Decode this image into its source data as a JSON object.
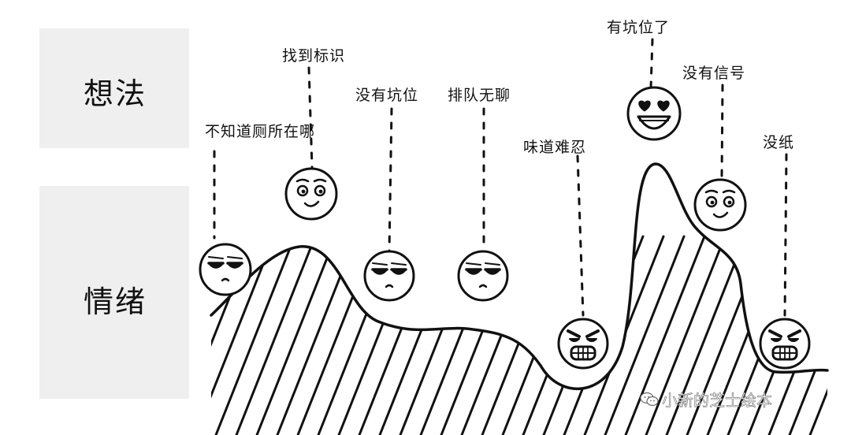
{
  "rows": {
    "thought_label": "想法",
    "emotion_label": "情绪"
  },
  "thoughts": [
    {
      "text": "不知道厕所在哪",
      "face": "annoyed"
    },
    {
      "text": "找到标识",
      "face": "smile"
    },
    {
      "text": "没有坑位",
      "face": "annoyed"
    },
    {
      "text": "排队无聊",
      "face": "annoyed"
    },
    {
      "text": "味道难忍",
      "face": "angry"
    },
    {
      "text": "有坑位了",
      "face": "heart-eyes"
    },
    {
      "text": "没有信号",
      "face": "smile"
    },
    {
      "text": "没纸",
      "face": "angry"
    }
  ],
  "watermark": {
    "text": "小新的芝士绘本",
    "icon": "wechat-icon"
  },
  "colors": {
    "ink": "#111111",
    "label_box": "#efefef"
  }
}
